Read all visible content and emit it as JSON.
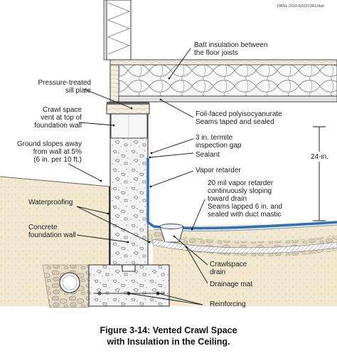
{
  "figure_code": "ORNL 2010-G01373R1/dab",
  "labels": {
    "batt": "Batt insulation between\nthe floor joists",
    "sill": "Pressure-treated\nsill plate",
    "crawl_vent": "Crawl space\nvent at top of\nfoundation wall",
    "foil": "Foil-faced polyisocyanurate\nSeams taped and sealed",
    "termite": "3 in. termite\ninspection gap",
    "sealant": "Sealant",
    "vapor_retarder": "Vapor retarder",
    "ground": "Ground slopes away\nfrom wall at 5%\n(6 in. per 10 ft.)",
    "mil20": "20 mil vapor retarder\ncontinuously sloping\ntoward drain\nSeams lapped 6 in. and\nsealed with duct mastic",
    "waterproofing": "Waterproofing",
    "concrete": "Concrete\nfoundation wall",
    "drain": "Crawlspace\ndrain",
    "drainage_mat": "Drainage mat",
    "reinforcing": "Reinforcing",
    "dimension": "24-in."
  },
  "caption": {
    "line1": "Figure 3-14: Vented Crawl Space",
    "line2": "with Insulation in the Ceiling."
  }
}
